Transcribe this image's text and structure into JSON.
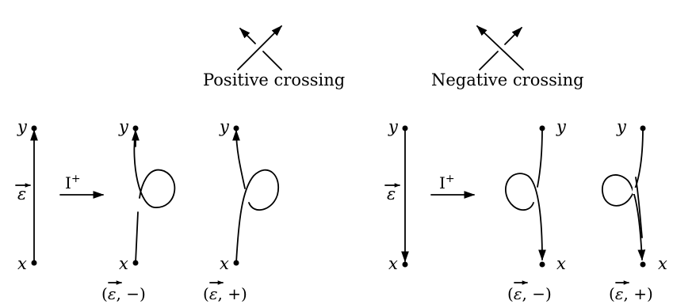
{
  "crossings": {
    "positive_label": "Positive crossing",
    "negative_label": "Negative crossing"
  },
  "vars": {
    "top": "y",
    "bottom": "x"
  },
  "move": {
    "label": "I",
    "sup": "+"
  },
  "epsilon": {
    "symbol": "ε"
  },
  "pairs": {
    "left_minus": {
      "open": "(",
      "sign": ", −)"
    },
    "left_plus": {
      "open": "(",
      "sign": ", +)"
    },
    "right_minus": {
      "open": "(",
      "sign": ", −)"
    },
    "right_plus": {
      "open": "(",
      "sign": ", +)"
    }
  }
}
